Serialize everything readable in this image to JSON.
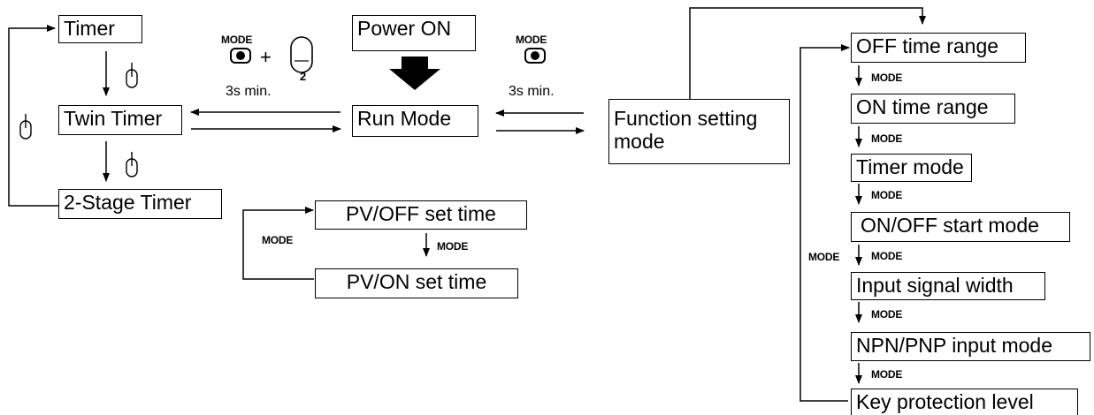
{
  "nodes": {
    "timer": "Timer",
    "twin_timer": "Twin Timer",
    "two_stage_timer": "2-Stage Timer",
    "power_on": "Power ON",
    "run_mode": "Run Mode",
    "function_setting_mode": "Function setting mode",
    "pv_off": "PV/OFF set time",
    "pv_on": "PV/ON set time"
  },
  "function_menu": [
    "OFF time range",
    "ON time range",
    "Timer mode",
    "ON/OFF start mode",
    "Input signal width",
    "NPN/PNP input mode",
    "Key protection level"
  ],
  "labels": {
    "mode": "MODE",
    "hold_time_left": "3s min.",
    "hold_time_right": "3s min.",
    "plus": "+",
    "key_number": "2"
  },
  "icons": [
    "mode-key-icon",
    "up-key-icon",
    "down-arrow-icon",
    "arrow-icon"
  ],
  "colors": {
    "line": "#000000",
    "background": "#ffffff"
  }
}
